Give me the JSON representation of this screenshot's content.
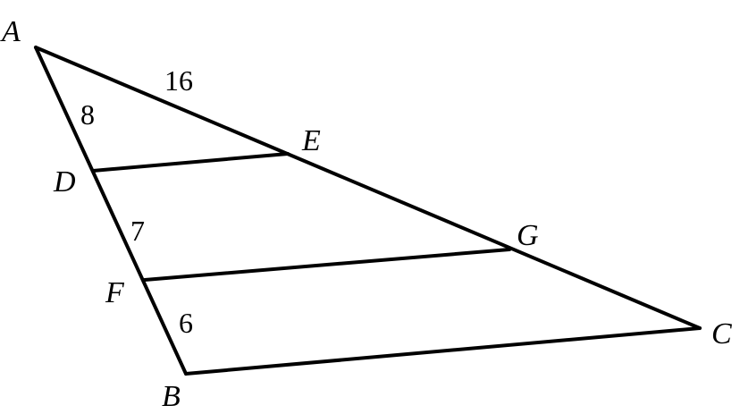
{
  "diagram": {
    "colors": {
      "stroke": "#000000",
      "background": "#ffffff"
    },
    "vertices": {
      "A": "A",
      "B": "B",
      "C": "C",
      "D": "D",
      "E": "E",
      "F": "F",
      "G": "G"
    },
    "measures": {
      "AE": "16",
      "AD": "8",
      "DF": "7",
      "FB": "6"
    }
  }
}
